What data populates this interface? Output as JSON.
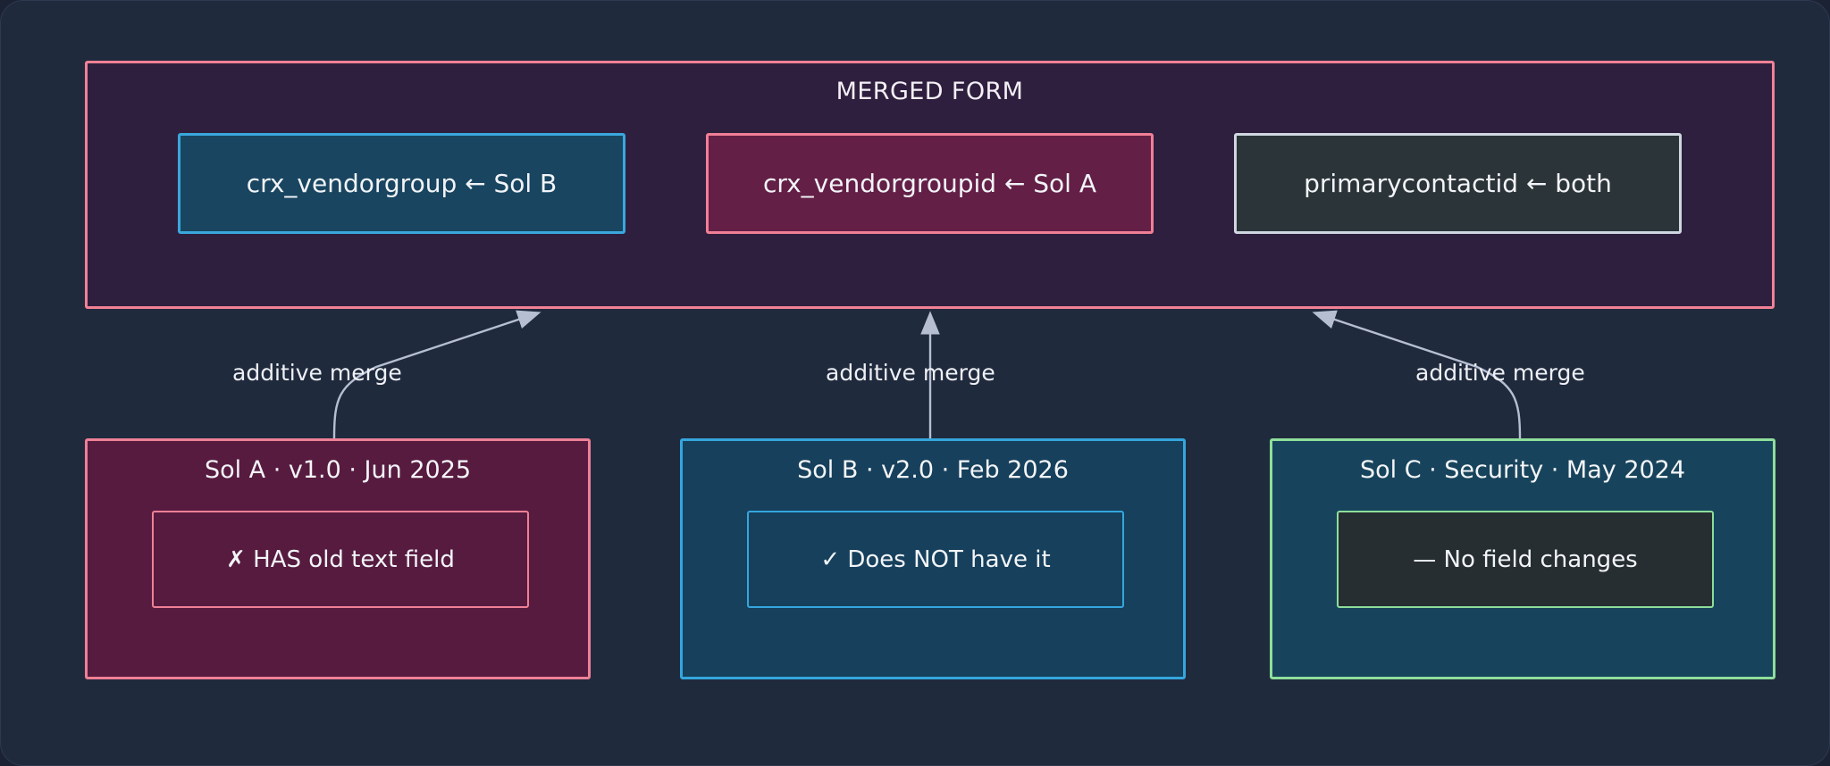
{
  "diagram": {
    "type": "merge-flow-diagram",
    "background_color": "#202a3d",
    "merged_form": {
      "title": "MERGED FORM",
      "border_color": "#f28196",
      "fill_color": "#2f1f3e",
      "fields": [
        {
          "label": "crx_vendorgroup ← Sol B",
          "border_color": "#3aa7dd",
          "fill_color": "#194560",
          "source": "Sol B"
        },
        {
          "label": "crx_vendorgroupid ← Sol A",
          "border_color": "#f07f96",
          "fill_color": "#631f46",
          "source": "Sol A"
        },
        {
          "label": "primarycontactid ← both",
          "border_color": "#cfd6e0",
          "fill_color": "#2b3438",
          "source": "both"
        }
      ]
    },
    "sources": [
      {
        "id": "sol-a",
        "title": "Sol A · v1.0 · Jun 2025",
        "status": "✗ HAS old text field",
        "border_color": "#ef8096",
        "fill_color": "#571b40",
        "inner_fill_color": "#571b40",
        "edge_label": "additive merge"
      },
      {
        "id": "sol-b",
        "title": "Sol B · v2.0 · Feb 2026",
        "status": "✓ Does NOT have it",
        "border_color": "#35a6dd",
        "fill_color": "#16405c",
        "inner_fill_color": "#16405c",
        "edge_label": "additive merge"
      },
      {
        "id": "sol-c",
        "title": "Sol C · Security · May 2024",
        "status": "— No field changes",
        "border_color": "#8ede9b",
        "fill_color": "#17445c",
        "inner_fill_color": "#262e31",
        "edge_label": "additive merge"
      }
    ],
    "edge_color": "#b6bfd2"
  }
}
